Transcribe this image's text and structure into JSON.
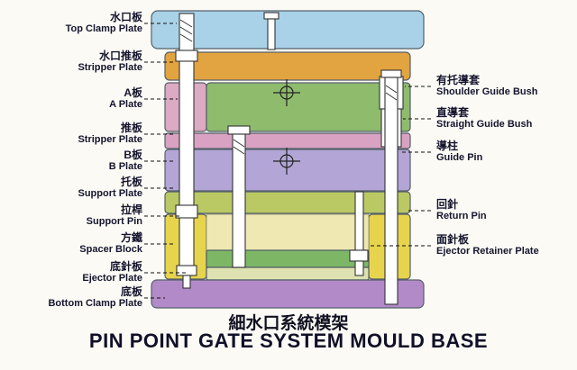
{
  "title": {
    "zh": "細水口系統模架",
    "en": "PIN POINT GATE SYSTEM MOULD BASE"
  },
  "left_labels": [
    {
      "zh": "水口板",
      "en": "Top Clamp Plate"
    },
    {
      "zh": "水口推板",
      "en": "Stripper Plate"
    },
    {
      "zh": "A板",
      "en": "A Plate"
    },
    {
      "zh": "推板",
      "en": "Stripper Plate"
    },
    {
      "zh": "B板",
      "en": "B Plate"
    },
    {
      "zh": "托板",
      "en": "Support Plate"
    },
    {
      "zh": "拉桿",
      "en": "Support Pin"
    },
    {
      "zh": "方鐵",
      "en": "Spacer Block"
    },
    {
      "zh": "底針板",
      "en": "Ejector Plate"
    },
    {
      "zh": "底板",
      "en": "Bottom Clamp Plate"
    }
  ],
  "right_labels": [
    {
      "zh": "有托導套",
      "en": "Shoulder Guide Bush"
    },
    {
      "zh": "直導套",
      "en": "Straight Guide Bush"
    },
    {
      "zh": "導柱",
      "en": "Guide Pin"
    },
    {
      "zh": "回針",
      "en": "Return Pin"
    },
    {
      "zh": "面針板",
      "en": "Ejector Retainer Plate"
    }
  ],
  "colors": {
    "top_clamp_plate": "#a9d2e8",
    "stripper_plate_top": "#e2a440",
    "pin_housing": "#dcaac2",
    "a_plate": "#8fbb6d",
    "stripper_plate_mid": "#d9a2c2",
    "b_plate": "#b3a6d6",
    "support_plate": "#bac963",
    "spacer_block": "#e7d44d",
    "cavity": "#efe8b2",
    "ejector_retainer_plate": "#7db765",
    "ejector_plate": "#dde2b0",
    "bottom_clamp_plate": "#b28ac8"
  }
}
